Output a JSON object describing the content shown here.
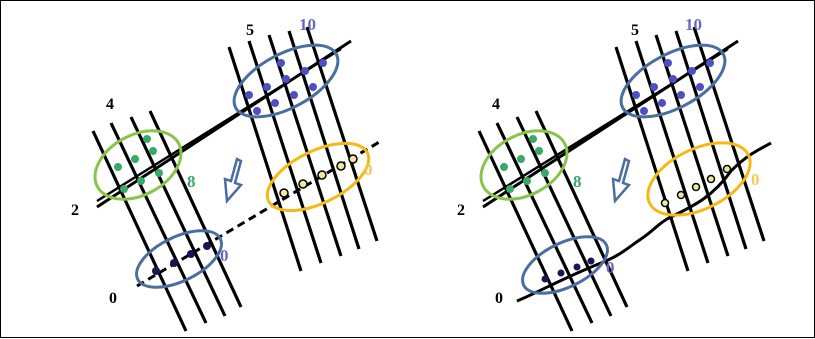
{
  "colors": {
    "blue": "#4a6ea0",
    "blue_dot": "#4f4fc4",
    "green": "#8bc34a",
    "green_dot": "#3aa867",
    "gold": "#f5b915",
    "gold_dot": "#f2e6a0",
    "navy_dot": "#1a1450",
    "arrow": "#4a6ea0",
    "label_blue": "#6868c0",
    "label_green": "#3aa867",
    "label_gold": "#f5c84a",
    "black": "#000000"
  },
  "left_panel": {
    "top_label": "5",
    "top_count": "10",
    "mid_label": "4",
    "mid_count": "8",
    "gold_count": "0",
    "side_label": "2",
    "bottom_count": "0",
    "bottom_label": "0"
  },
  "right_panel": {
    "top_label": "5",
    "top_count": "10",
    "mid_label": "4",
    "mid_count": "8",
    "gold_count": "0",
    "side_label": "2",
    "bottom_count": "0",
    "bottom_label": "0"
  }
}
